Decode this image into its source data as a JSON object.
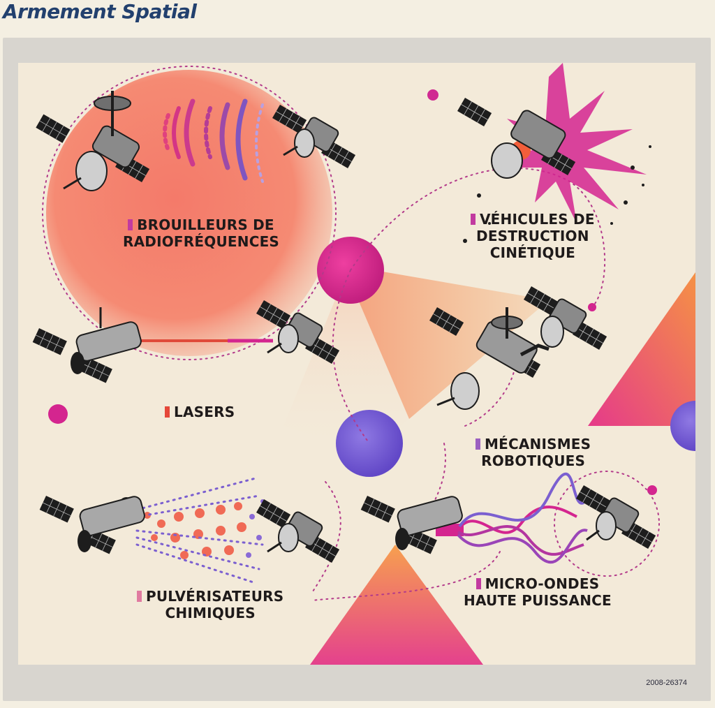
{
  "header": {
    "title": "Armement Spatial"
  },
  "labels": {
    "rf_jammers": {
      "line1": "BROUILLEURS DE",
      "line2": "RADIOFRÉQUENCES"
    },
    "kinetic": {
      "line1": "VÉHICULES DE",
      "line2": "DESTRUCTION",
      "line3": "CINÉTIQUE"
    },
    "lasers": {
      "line1": "LASERS"
    },
    "robotics": {
      "line1": "MÉCANISMES",
      "line2": "ROBOTIQUES"
    },
    "chemical": {
      "line1": "PULVÉRISATEURS",
      "line2": "CHIMIQUES"
    },
    "microwave": {
      "line1": "MICRO-ONDES",
      "line2": "HAUTE PUISSANCE"
    }
  },
  "footer": {
    "code": "2008-26374"
  },
  "colors": {
    "magenta": "#d4258f",
    "coral": "#f26a5e",
    "orange": "#f39a4c",
    "violet": "#7b5fd0",
    "navy": "#22406e",
    "cream": "#f3ead9"
  },
  "icons": [
    "satellite-icon",
    "dish-antenna-icon",
    "solar-panel-icon",
    "explosion-icon",
    "robotic-arm-icon"
  ]
}
